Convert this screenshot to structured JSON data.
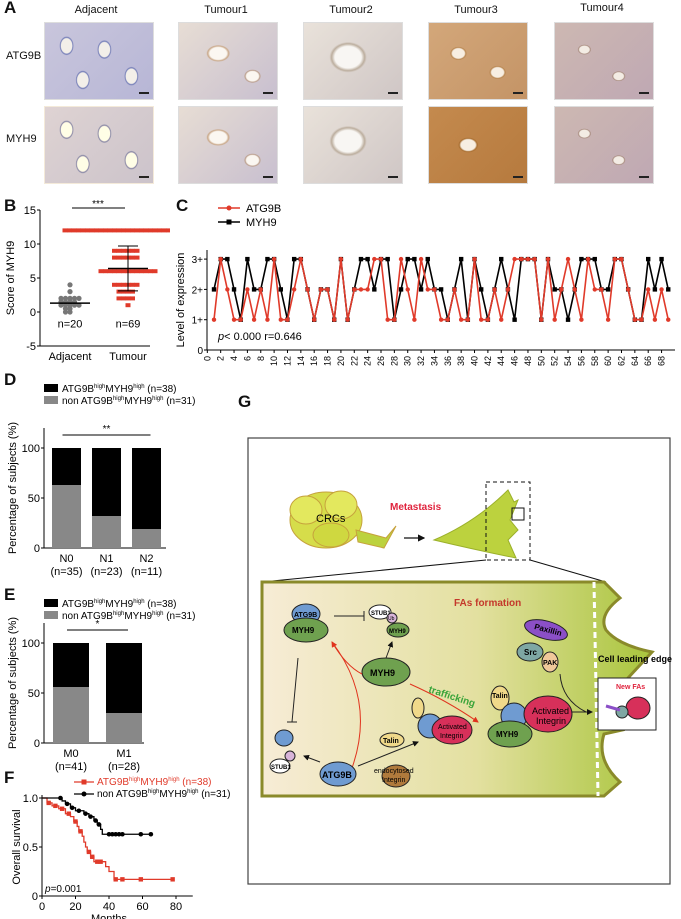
{
  "panels": {
    "A": "A",
    "B": "B",
    "C": "C",
    "D": "D",
    "E": "E",
    "F": "F",
    "G": "G"
  },
  "panel_a": {
    "columns": [
      "Adjacent",
      "Tumour1",
      "Tumour2",
      "Tumour3",
      "Tumour4"
    ],
    "rows": [
      "ATG9B",
      "MYH9"
    ]
  },
  "chart_data": [
    {
      "id": "B",
      "type": "scatter",
      "ylabel": "Score of MYH9",
      "ylim": [
        -5,
        15
      ],
      "yticks": [
        "-5",
        "0",
        "5",
        "10",
        "15"
      ],
      "categories": [
        "Adjacent",
        "Tumour"
      ],
      "counts": [
        "n=20",
        "n=69"
      ],
      "significance": "***",
      "colors": [
        "#777777",
        "#e03a2a"
      ],
      "points": [
        [
          0,
          0,
          0.5,
          0.5,
          1,
          1,
          1,
          1,
          1,
          1.5,
          1.5,
          1.5,
          1.5,
          2,
          2,
          2,
          2,
          2,
          3,
          4
        ],
        [
          1,
          2,
          2,
          2,
          2,
          3,
          3,
          3,
          3,
          4,
          4,
          4,
          4,
          4,
          4,
          6,
          6,
          6,
          6,
          6,
          6,
          6,
          6,
          6,
          6,
          6,
          6,
          6,
          8,
          8,
          8,
          8,
          8,
          8,
          9,
          9,
          9,
          9,
          9,
          9,
          12,
          12,
          12,
          12,
          12,
          12,
          12,
          12,
          12,
          12,
          12,
          12,
          12,
          12,
          12,
          12,
          12,
          12,
          12,
          12,
          12,
          12,
          12,
          12,
          12,
          12,
          12,
          12,
          12
        ]
      ],
      "mean": [
        1.3,
        6.4
      ],
      "sd": [
        [
          1.3,
          1.3
        ],
        [
          3.1,
          9.7
        ]
      ]
    },
    {
      "id": "C",
      "type": "line",
      "ylabel": "Level of expression",
      "yticks": [
        "0",
        "1+",
        "2+",
        "3+"
      ],
      "xticks": [
        "0",
        "2",
        "4",
        "6",
        "8",
        "10",
        "12",
        "14",
        "16",
        "18",
        "20",
        "22",
        "24",
        "26",
        "28",
        "30",
        "32",
        "34",
        "36",
        "38",
        "40",
        "42",
        "44",
        "46",
        "48",
        "50",
        "52",
        "54",
        "56",
        "58",
        "60",
        "62",
        "64",
        "66",
        "68"
      ],
      "annotation_p": "p",
      "annotation_rest": "< 0.000  r=0.646",
      "series": [
        {
          "name": "ATG9B",
          "color": "#e03a2a",
          "values": [
            1,
            3,
            2,
            1,
            1,
            2,
            1,
            2,
            1,
            3,
            1,
            1,
            2,
            3,
            2,
            1,
            2,
            2,
            1,
            3,
            1,
            2,
            2,
            2,
            3,
            3,
            1,
            1,
            3,
            2,
            1,
            3,
            2,
            2,
            1,
            1,
            2,
            1,
            1,
            3,
            1,
            1,
            2,
            1,
            2,
            3,
            3,
            3,
            3,
            1,
            3,
            1,
            2,
            3,
            2,
            1,
            3,
            2,
            2,
            1,
            3,
            3,
            2,
            1,
            1,
            2,
            1,
            2,
            1
          ]
        },
        {
          "name": "MYH9",
          "color": "#000000",
          "values": [
            2,
            3,
            3,
            2,
            1,
            3,
            2,
            2,
            3,
            3,
            2,
            1,
            3,
            3,
            2,
            1,
            2,
            2,
            1,
            3,
            1,
            2,
            3,
            3,
            2,
            3,
            3,
            1,
            2,
            3,
            3,
            2,
            3,
            2,
            2,
            1,
            2,
            3,
            1,
            3,
            2,
            1,
            2,
            3,
            2,
            1,
            3,
            3,
            3,
            1,
            3,
            2,
            2,
            1,
            2,
            3,
            3,
            3,
            2,
            2,
            3,
            3,
            2,
            1,
            1,
            3,
            2,
            3,
            2
          ]
        }
      ]
    },
    {
      "id": "D",
      "type": "bar",
      "stacked": true,
      "ylabel": "Percentage of subjects (%)",
      "ylim": [
        0,
        120
      ],
      "yticks": [
        "0",
        "50",
        "100"
      ],
      "categories": [
        "N0",
        "N1",
        "N2"
      ],
      "category_counts": [
        "(n=35)",
        "(n=23)",
        "(n=11)"
      ],
      "significance": "**",
      "legend": [
        {
          "pre": "ATG9B",
          "sup1": "high",
          "mid": "MYH9",
          "sup2": "high",
          "post": " (n=38)",
          "color": "#000000"
        },
        {
          "pre": "non ATG9B",
          "sup1": "high",
          "mid": "MYH9",
          "sup2": "high",
          "post": " (n=31)",
          "color": "#888888"
        }
      ],
      "series": [
        {
          "values": [
            37,
            68,
            81
          ]
        },
        {
          "values": [
            63,
            32,
            19
          ]
        }
      ]
    },
    {
      "id": "E",
      "type": "bar",
      "stacked": true,
      "ylabel": "Percentage of subjects (%)",
      "ylim": [
        0,
        120
      ],
      "yticks": [
        "0",
        "50",
        "100"
      ],
      "categories": [
        "M0",
        "M1"
      ],
      "category_counts": [
        "(n=41)",
        "(n=28)"
      ],
      "significance": "*",
      "legend": [
        {
          "pre": "ATG9B",
          "sup1": "high",
          "mid": "MYH9",
          "sup2": "high",
          "post": " (n=38)",
          "color": "#000000"
        },
        {
          "pre": "non ATG9B",
          "sup1": "high",
          "mid": "MYH9",
          "sup2": "high",
          "post": " (n=31)",
          "color": "#888888"
        }
      ],
      "series": [
        {
          "values": [
            44,
            70
          ]
        },
        {
          "values": [
            56,
            30
          ]
        }
      ]
    },
    {
      "id": "F",
      "type": "line",
      "subtype": "kaplan-meier",
      "ylabel": "Overall survival",
      "xlabel": "Months",
      "xlim": [
        0,
        90
      ],
      "ylim": [
        0,
        1.05
      ],
      "xticks": [
        "0",
        "20",
        "40",
        "60",
        "80"
      ],
      "yticks": [
        "0",
        "0.5",
        "1.0"
      ],
      "annotation_p": "p",
      "annotation_rest": "=0.001",
      "legend": [
        {
          "pre": "ATG9B",
          "sup1": "high",
          "mid": "MYH9",
          "sup2": "high",
          "post": " (n=38)",
          "color": "#e03a2a"
        },
        {
          "pre": "non ATG9B",
          "sup1": "high",
          "mid": "MYH9",
          "sup2": "high",
          "post": " (n=31)",
          "color": "#000000"
        }
      ],
      "series": [
        {
          "color": "#e03a2a",
          "steps": [
            [
              0,
              1
            ],
            [
              3,
              0.95
            ],
            [
              6,
              0.92
            ],
            [
              10,
              0.89
            ],
            [
              14,
              0.84
            ],
            [
              17,
              0.81
            ],
            [
              19,
              0.76
            ],
            [
              21,
              0.71
            ],
            [
              22,
              0.66
            ],
            [
              24,
              0.61
            ],
            [
              25,
              0.55
            ],
            [
              26,
              0.5
            ],
            [
              27,
              0.45
            ],
            [
              29,
              0.4
            ],
            [
              31,
              0.35
            ],
            [
              36,
              0.35
            ],
            [
              38,
              0.3
            ],
            [
              40,
              0.25
            ],
            [
              43,
              0.17
            ],
            [
              78,
              0.17
            ]
          ],
          "censored": [
            4,
            8,
            12,
            16,
            20,
            23,
            28,
            30,
            33,
            35,
            44,
            48,
            59,
            78
          ]
        },
        {
          "color": "#000000",
          "steps": [
            [
              0,
              1
            ],
            [
              11,
              1
            ],
            [
              12,
              0.97
            ],
            [
              14,
              0.94
            ],
            [
              17,
              0.9
            ],
            [
              20,
              0.87
            ],
            [
              25,
              0.84
            ],
            [
              28,
              0.81
            ],
            [
              31,
              0.77
            ],
            [
              33,
              0.73
            ],
            [
              35,
              0.68
            ],
            [
              36,
              0.63
            ],
            [
              65,
              0.63
            ]
          ],
          "censored": [
            11,
            15,
            18,
            22,
            26,
            29,
            32,
            34,
            40,
            42,
            44,
            46,
            48,
            59,
            65
          ]
        }
      ]
    }
  ],
  "diagram_g": {
    "crcs": "CRCs",
    "metastasis": "Metastasis",
    "fas_formation": "FAs formation",
    "atg9b": "ATG9B",
    "myh9": "MYH9",
    "stub1": "STUB1",
    "ub": "Ub",
    "paxillin": "Paxillin",
    "src": "Src",
    "pak": "PAK",
    "cell_leading_edge": "Cell leading edge",
    "new_fas": "New FAs",
    "trafficking": "trafficking",
    "talin": "Talin",
    "activated": "Activated",
    "integrin": "Integrin",
    "endocytosed": "endocytosed",
    "colors": {
      "red_text": "#e0233d",
      "green_text": "#3aa43a",
      "cell": "#a6c33a",
      "myh9": "#6fa14f",
      "atg9b": "#6f9bd1",
      "integrin": "#d7305a"
    }
  }
}
